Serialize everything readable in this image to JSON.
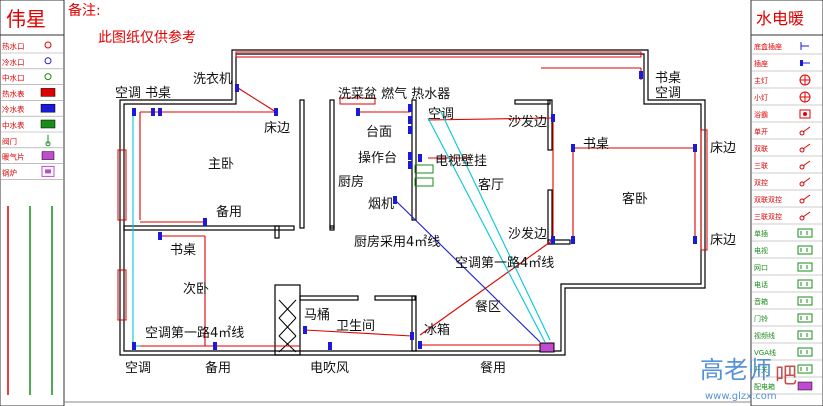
{
  "left_panel": {
    "brand": "伟星",
    "legend": [
      {
        "label": "热水口",
        "icon": "hot-water-outlet-circle-icon"
      },
      {
        "label": "冷水口",
        "icon": "cold-water-outlet-circle-icon"
      },
      {
        "label": "中水口",
        "icon": "grey-water-outlet-circle-icon"
      },
      {
        "label": "热水表",
        "icon": "hot-water-meter-icon"
      },
      {
        "label": "冷水表",
        "icon": "cold-water-meter-icon"
      },
      {
        "label": "中水表",
        "icon": "grey-water-meter-icon"
      },
      {
        "label": "阀门",
        "icon": "valve-icon"
      },
      {
        "label": "暖气片",
        "icon": "radiator-icon"
      },
      {
        "label": "锅炉",
        "icon": "boiler-icon"
      }
    ],
    "line_colors": [
      "#e00000",
      "#1a8c1a",
      "#1a8c1a"
    ]
  },
  "right_panel": {
    "title": "水电暖",
    "legend": [
      {
        "label": "底盒插座",
        "icon": "socket-box-icon"
      },
      {
        "label": "插座",
        "icon": "socket-icon"
      },
      {
        "label": "主灯",
        "icon": "main-light-icon"
      },
      {
        "label": "小灯",
        "icon": "small-light-icon"
      },
      {
        "label": "浴霸",
        "icon": "bath-heater-icon"
      },
      {
        "label": "单开",
        "icon": "single-switch-icon"
      },
      {
        "label": "双联",
        "icon": "double-switch-icon"
      },
      {
        "label": "三联",
        "icon": "triple-switch-icon"
      },
      {
        "label": "双控",
        "icon": "dual-control-switch-icon"
      },
      {
        "label": "双联双控",
        "icon": "double-dual-control-icon"
      },
      {
        "label": "三联双控",
        "icon": "triple-dual-control-icon"
      },
      {
        "label": "单插",
        "icon": "single-plug-icon"
      },
      {
        "label": "电视",
        "icon": "tv-socket-icon"
      },
      {
        "label": "网口",
        "icon": "network-port-icon"
      },
      {
        "label": "电话",
        "icon": "phone-port-icon"
      },
      {
        "label": "音箱",
        "icon": "speaker-port-icon"
      },
      {
        "label": "门铃",
        "icon": "doorbell-icon"
      },
      {
        "label": "视频线",
        "icon": "video-cable-icon"
      },
      {
        "label": "VGA线",
        "icon": "vga-cable-icon"
      },
      {
        "label": "开关",
        "icon": "switch-icon"
      },
      {
        "label": "配电箱",
        "icon": "distribution-box-icon"
      }
    ]
  },
  "notes": {
    "title": "备注:",
    "line1": "此图纸仅供参考"
  },
  "plan": {
    "labels": {
      "washer": "洗衣机",
      "desk_top_right": "书桌",
      "ac_top_right": "空调",
      "ac_top_left": "空调",
      "desk_top_left": "书桌",
      "bedside_master": "床边",
      "sink_heater": "洗菜盆 燃气 热水器",
      "ac_center": "空调",
      "sofa_edge_top": "沙发边",
      "desk_guest": "书桌",
      "bedside_guest_top": "床边",
      "master_bedroom": "主卧",
      "counter": "台面",
      "prep_counter": "操作台",
      "tv_wall": "电视壁挂",
      "kitchen": "厨房",
      "living_room": "客厅",
      "guest_bedroom": "客卧",
      "spare_master": "备用",
      "range_hood": "烟机",
      "kitchen_wire": "厨房采用4㎡线",
      "desk_second": "书桌",
      "sofa_edge_bottom": "沙发边",
      "bedside_guest_bottom": "床边",
      "ac_circuit_right": "空调第一路4㎡线",
      "second_bedroom": "次卧",
      "dining_area": "餐区",
      "toilet": "马桶",
      "bathroom": "卫生间",
      "fridge": "冰箱",
      "ac_circuit_left": "空调第一路4㎡线",
      "ac_bottom": "空调",
      "spare_bottom": "备用",
      "hair_dryer": "电吹风",
      "dining": "餐用"
    },
    "wire_colors": {
      "power": "#e00000",
      "ac": "#00c8d8",
      "light": "#1a1ad8"
    },
    "wall_color": "#000000"
  },
  "watermark": {
    "text": "高老师",
    "sub": "吧",
    "url": "www.glzx.com"
  }
}
